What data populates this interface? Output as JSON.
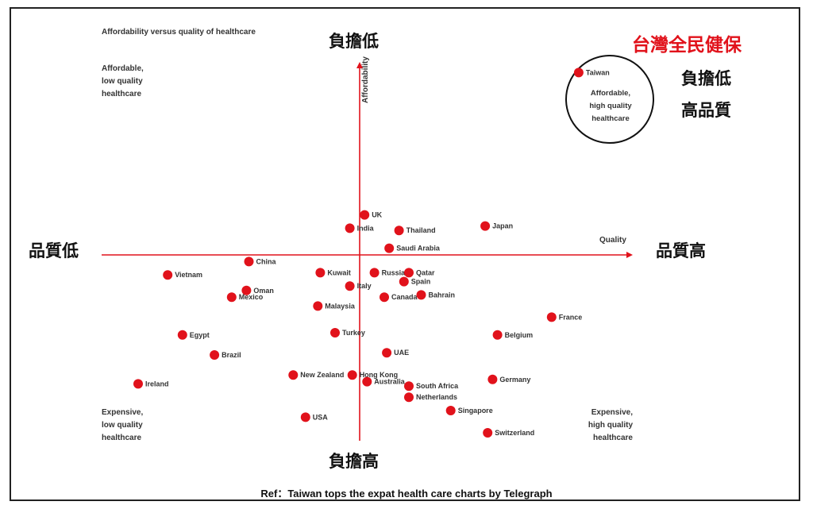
{
  "header": {
    "subtitle": "Affordability versus quality of healthcare"
  },
  "brand": {
    "title": "台灣全民健保",
    "tagline_1": "負擔低",
    "tagline_2": "高品質",
    "color": "#e1121b"
  },
  "axes": {
    "top_label": "負擔低",
    "bottom_label": "負擔高",
    "left_label": "品質低",
    "right_label": "品質高",
    "x_title": "Quality",
    "y_title": "Affordability",
    "color": "#e1121b"
  },
  "quadrants": {
    "top_left": [
      "Affordable,",
      "low quality",
      "healthcare"
    ],
    "bottom_left": [
      "Expensive,",
      "low quality",
      "healthcare"
    ],
    "bottom_right": [
      "Expensive,",
      "high quality",
      "healthcare"
    ]
  },
  "callout": {
    "country": "Taiwan",
    "lines": [
      "Affordable,",
      "high quality",
      "healthcare"
    ]
  },
  "reference": "Ref：Taiwan tops the expat health care charts by Telegraph",
  "chart_data": {
    "type": "scatter",
    "xlabel": "Quality",
    "ylabel": "Affordability",
    "xlim": [
      -10,
      10
    ],
    "ylim": [
      -10,
      10
    ],
    "grid": false,
    "point_color": "#e1121b",
    "points": [
      {
        "label": "Taiwan",
        "x": 8.9,
        "y": 8.2
      },
      {
        "label": "UK",
        "x": 0.2,
        "y": 1.8
      },
      {
        "label": "India",
        "x": -0.4,
        "y": 1.2
      },
      {
        "label": "Thailand",
        "x": 1.6,
        "y": 1.1
      },
      {
        "label": "Japan",
        "x": 5.1,
        "y": 1.3
      },
      {
        "label": "Saudi Arabia",
        "x": 1.2,
        "y": 0.3
      },
      {
        "label": "China",
        "x": -4.5,
        "y": -0.3
      },
      {
        "label": "Vietnam",
        "x": -7.8,
        "y": -0.9
      },
      {
        "label": "Kuwait",
        "x": -1.6,
        "y": -0.8
      },
      {
        "label": "Russia",
        "x": 0.6,
        "y": -0.8
      },
      {
        "label": "Qatar",
        "x": 2.0,
        "y": -0.8
      },
      {
        "label": "Spain",
        "x": 1.8,
        "y": -1.2
      },
      {
        "label": "Oman",
        "x": -4.6,
        "y": -1.6
      },
      {
        "label": "Italy",
        "x": -0.4,
        "y": -1.4
      },
      {
        "label": "Mexico",
        "x": -5.2,
        "y": -1.9
      },
      {
        "label": "Canada",
        "x": 1.0,
        "y": -1.9
      },
      {
        "label": "Bahrain",
        "x": 2.5,
        "y": -1.8
      },
      {
        "label": "Malaysia",
        "x": -1.7,
        "y": -2.3
      },
      {
        "label": "France",
        "x": 7.8,
        "y": -2.8
      },
      {
        "label": "Egypt",
        "x": -7.2,
        "y": -3.6
      },
      {
        "label": "Turkey",
        "x": -1.0,
        "y": -3.5
      },
      {
        "label": "Belgium",
        "x": 5.6,
        "y": -3.6
      },
      {
        "label": "Brazil",
        "x": -5.9,
        "y": -4.5
      },
      {
        "label": "UAE",
        "x": 1.1,
        "y": -4.4
      },
      {
        "label": "New Zealand",
        "x": -2.7,
        "y": -5.4
      },
      {
        "label": "Hong Kong",
        "x": -0.3,
        "y": -5.4
      },
      {
        "label": "Germany",
        "x": 5.4,
        "y": -5.6
      },
      {
        "label": "Australia",
        "x": 0.3,
        "y": -5.7
      },
      {
        "label": "Ireland",
        "x": -9.0,
        "y": -5.8
      },
      {
        "label": "South Africa",
        "x": 2.0,
        "y": -5.9
      },
      {
        "label": "Netherlands",
        "x": 2.0,
        "y": -6.4
      },
      {
        "label": "Singapore",
        "x": 3.7,
        "y": -7.0
      },
      {
        "label": "USA",
        "x": -2.2,
        "y": -7.3
      },
      {
        "label": "Switzerland",
        "x": 5.2,
        "y": -8.0
      }
    ]
  }
}
